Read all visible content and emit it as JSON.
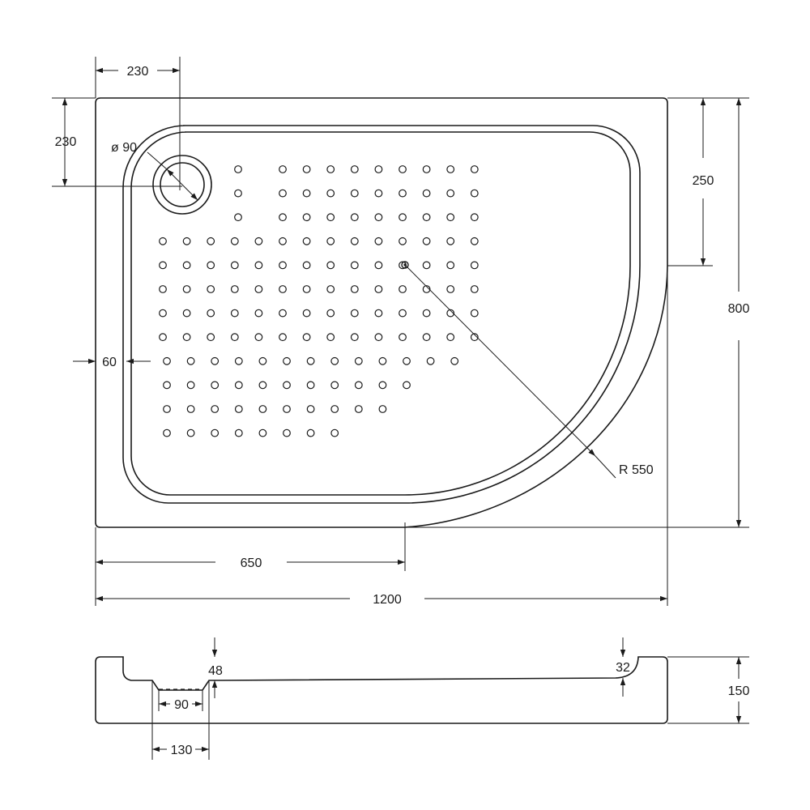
{
  "top_view": {
    "dimensions": {
      "drain_offset_x": "230",
      "drain_offset_y": "230",
      "drain_diameter": "ø 90",
      "straight_right_segment": "250",
      "total_depth": "800",
      "side_offset": "60",
      "arc_radius": "R 550",
      "arc_center_offset": "650",
      "total_width": "1200"
    }
  },
  "side_view": {
    "dimensions": {
      "rim_left": "48",
      "rim_right": "32",
      "drain_width": "90",
      "drain_outer_width": "130",
      "height": "150"
    }
  },
  "colors": {
    "line": "#1a1a1a",
    "background": "#ffffff"
  }
}
